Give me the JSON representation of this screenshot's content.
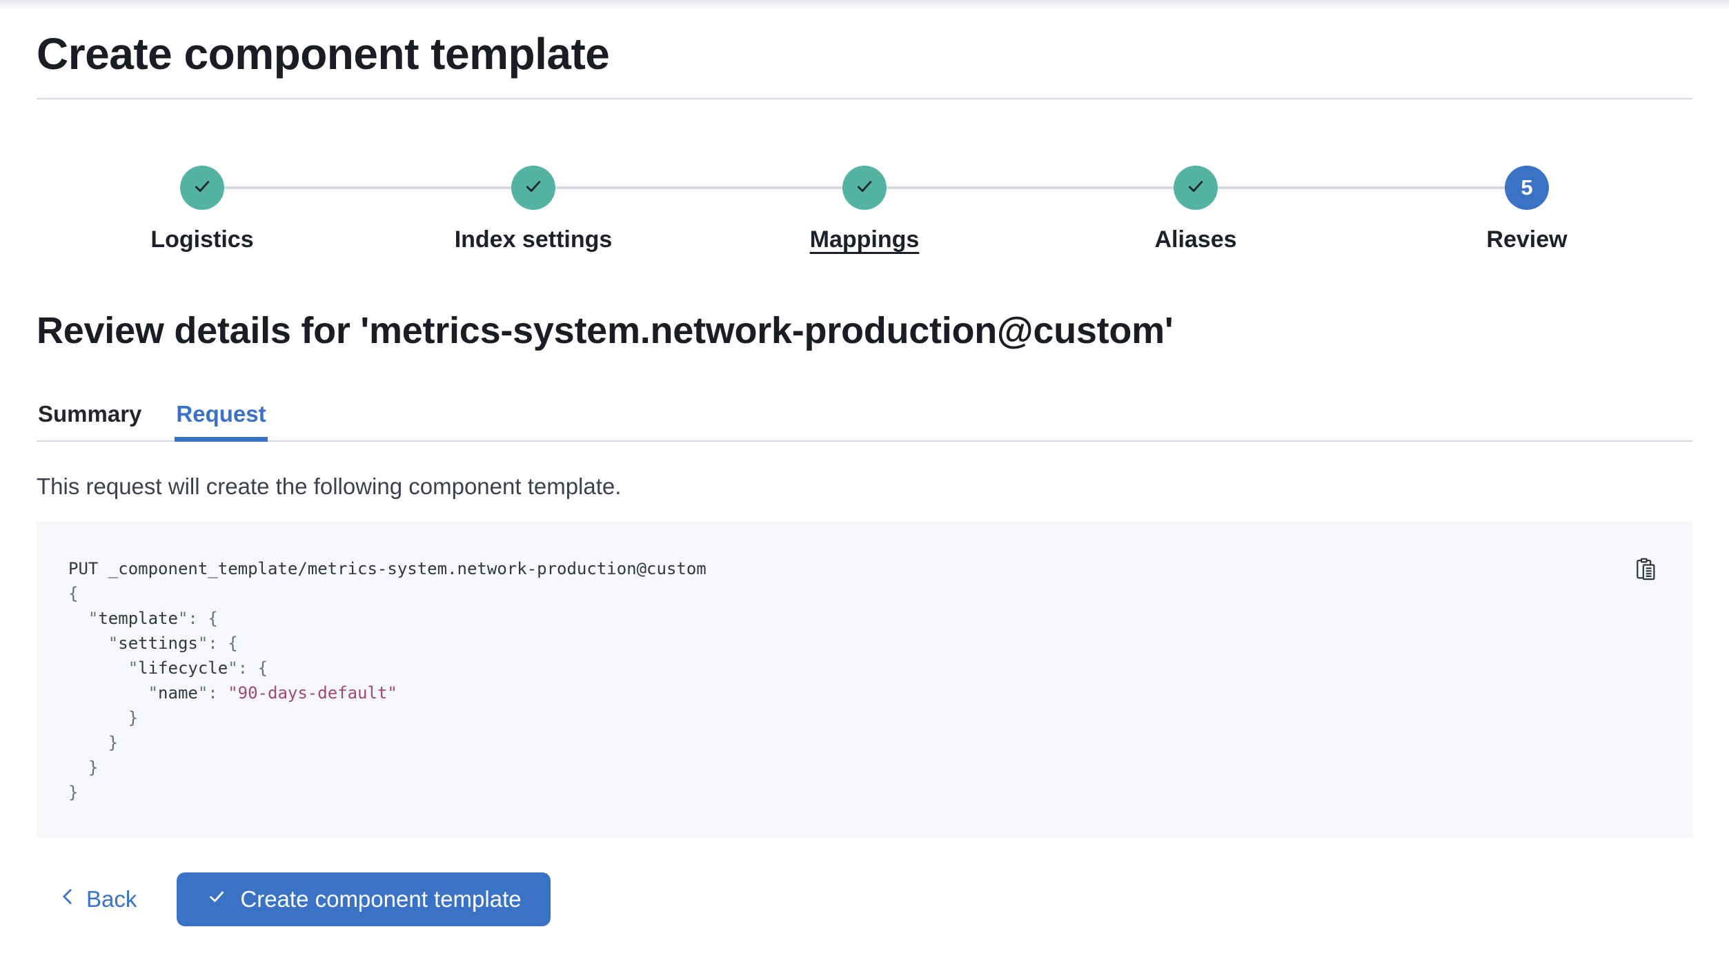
{
  "page": {
    "title": "Create component template"
  },
  "stepper": {
    "steps": [
      {
        "label": "Logistics",
        "status": "complete"
      },
      {
        "label": "Index settings",
        "status": "complete"
      },
      {
        "label": "Mappings",
        "status": "complete",
        "underlined": true
      },
      {
        "label": "Aliases",
        "status": "complete"
      },
      {
        "label": "Review",
        "status": "current",
        "number": "5"
      }
    ]
  },
  "review": {
    "heading": "Review details for 'metrics-system.network-production@custom'",
    "tabs": [
      {
        "label": "Summary",
        "active": false
      },
      {
        "label": "Request",
        "active": true
      }
    ],
    "description": "This request will create the following component template."
  },
  "code": {
    "lines": [
      [
        {
          "t": "PUT _component_template/metrics-system.network-production@custom",
          "c": "plain"
        }
      ],
      [
        {
          "t": "{",
          "c": "punct"
        }
      ],
      [
        {
          "t": "  ",
          "c": "plain"
        },
        {
          "t": "\"",
          "c": "punct"
        },
        {
          "t": "template",
          "c": "key"
        },
        {
          "t": "\"",
          "c": "punct"
        },
        {
          "t": ": ",
          "c": "punct"
        },
        {
          "t": "{",
          "c": "punct"
        }
      ],
      [
        {
          "t": "    ",
          "c": "plain"
        },
        {
          "t": "\"",
          "c": "punct"
        },
        {
          "t": "settings",
          "c": "key"
        },
        {
          "t": "\"",
          "c": "punct"
        },
        {
          "t": ": ",
          "c": "punct"
        },
        {
          "t": "{",
          "c": "punct"
        }
      ],
      [
        {
          "t": "      ",
          "c": "plain"
        },
        {
          "t": "\"",
          "c": "punct"
        },
        {
          "t": "lifecycle",
          "c": "key"
        },
        {
          "t": "\"",
          "c": "punct"
        },
        {
          "t": ": ",
          "c": "punct"
        },
        {
          "t": "{",
          "c": "punct"
        }
      ],
      [
        {
          "t": "        ",
          "c": "plain"
        },
        {
          "t": "\"",
          "c": "punct"
        },
        {
          "t": "name",
          "c": "key"
        },
        {
          "t": "\"",
          "c": "punct"
        },
        {
          "t": ": ",
          "c": "punct"
        },
        {
          "t": "\"90-days-default\"",
          "c": "string"
        }
      ],
      [
        {
          "t": "      }",
          "c": "punct"
        }
      ],
      [
        {
          "t": "    }",
          "c": "punct"
        }
      ],
      [
        {
          "t": "  }",
          "c": "punct"
        }
      ],
      [
        {
          "t": "}",
          "c": "punct"
        }
      ]
    ]
  },
  "footer": {
    "back_label": "Back",
    "submit_label": "Create component template"
  },
  "icons": {
    "step_complete": "check-icon",
    "copy": "copy-clipboard-icon",
    "back": "chevron-left-icon",
    "submit": "check-icon"
  },
  "colors": {
    "primary": "#3a72c6",
    "success": "#55b4a1",
    "divider": "#d3dae6",
    "code_bg": "#f6f7fa",
    "code_plain": "#343741",
    "code_punct": "#69707d",
    "code_string": "#a04a6c"
  }
}
